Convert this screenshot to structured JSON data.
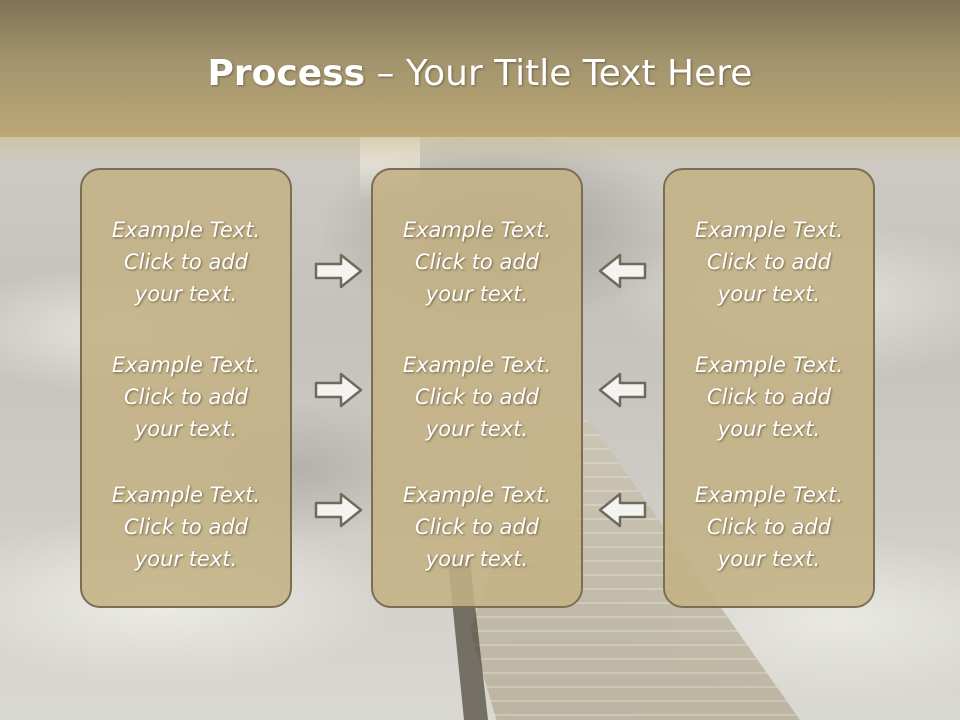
{
  "header": {
    "title_bold": "Process",
    "title_rest": " – Your Title Text Here"
  },
  "columns": [
    {
      "items": [
        "Example Text.\nClick  to add\nyour text.",
        "Example Text.\nClick  to add\nyour text.",
        "Example Text.\nClick  to add\nyour text."
      ]
    },
    {
      "items": [
        "Example Text.\nClick  to add\nyour text.",
        "Example Text.\nClick  to add\nyour text.",
        "Example Text.\nClick  to add\nyour text."
      ]
    },
    {
      "items": [
        "Example Text.\nClick  to add\nyour text.",
        "Example Text.\nClick  to add\nyour text.",
        "Example Text.\nClick  to add\nyour text."
      ]
    }
  ],
  "arrows": {
    "left_group": "right-arrow-icon",
    "right_group": "left-arrow-icon"
  },
  "colors": {
    "header": "#a3946d",
    "box_fill": "#c4b284",
    "box_border": "#7a6f53",
    "text": "#ffffff"
  }
}
